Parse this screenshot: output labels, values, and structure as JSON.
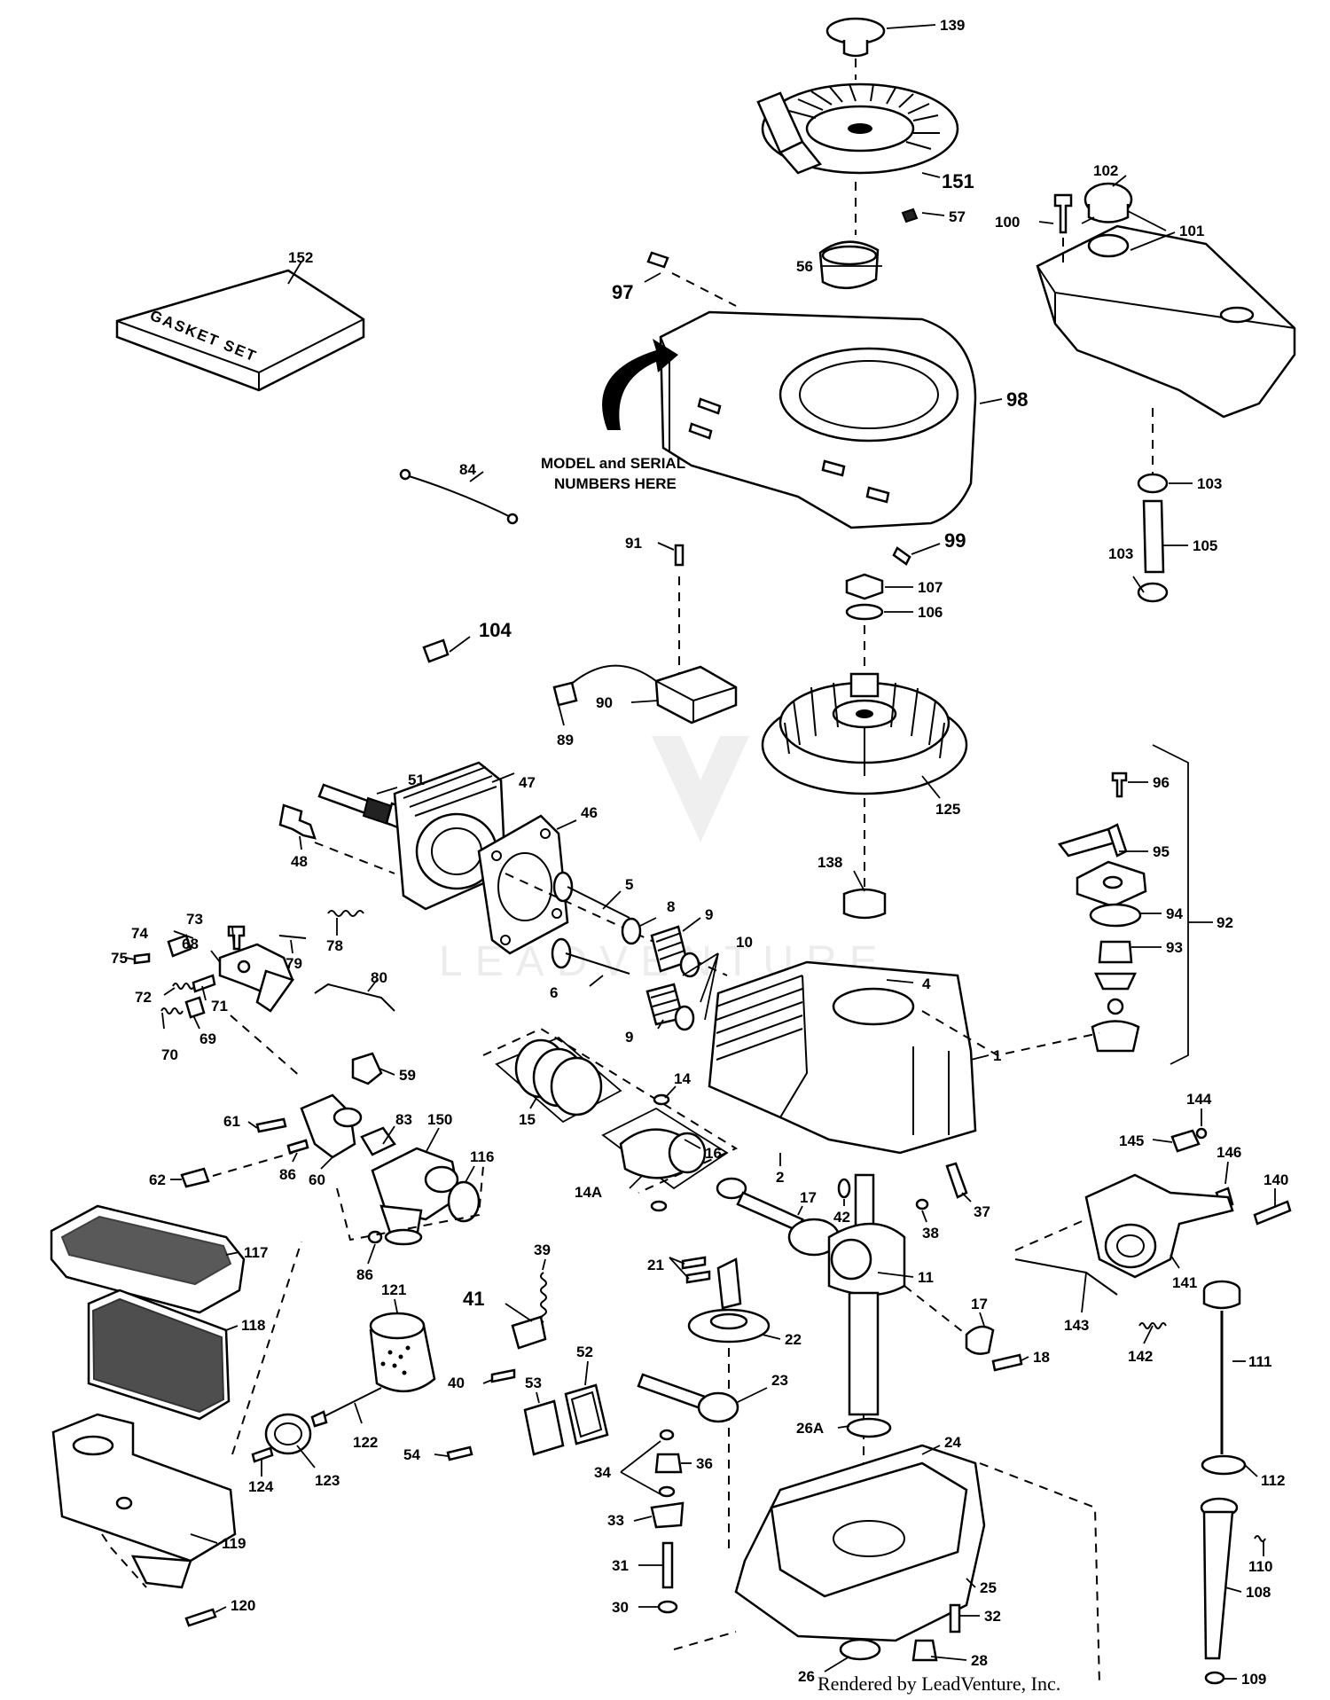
{
  "gasket_set_text": "GASKET SET",
  "model_note": [
    "MODEL and SERIAL",
    "NUMBERS HERE"
  ],
  "credit": "Rendered by LeadVenture, Inc.",
  "watermark": "LEADVENTURE",
  "labels": {
    "l139": "139",
    "l151": "151",
    "l57": "57",
    "l56": "56",
    "l97": "97",
    "l98": "98",
    "l100": "100",
    "l102": "102",
    "l101": "101",
    "l152": "152",
    "l84": "84",
    "l103a": "103",
    "l105": "105",
    "l103b": "103",
    "l91": "91",
    "l99": "99",
    "l107": "107",
    "l106": "106",
    "l104": "104",
    "l90": "90",
    "l89": "89",
    "l125": "125",
    "l96": "96",
    "l95": "95",
    "l94": "94",
    "l93": "93",
    "l92": "92",
    "l51": "51",
    "l47": "47",
    "l46": "46",
    "l48": "48",
    "l73": "73",
    "l74": "74",
    "l68": "68",
    "l79": "79",
    "l78": "78",
    "l75": "75",
    "l72": "72",
    "l71": "71",
    "l69": "69",
    "l70": "70",
    "l80": "80",
    "l5": "5",
    "l8": "8",
    "l9a": "9",
    "l10": "10",
    "l6": "6",
    "l9b": "9",
    "l138": "138",
    "l4": "4",
    "l1": "1",
    "l59": "59",
    "l61": "61",
    "l83": "83",
    "l150": "150",
    "l86a": "86",
    "l60": "60",
    "l62": "62",
    "l116": "116",
    "l86b": "86",
    "l14": "14",
    "l15": "15",
    "l16": "16",
    "l14A": "14A",
    "l2": "2",
    "l17a": "17",
    "l42": "42",
    "l38": "38",
    "l37": "37",
    "l144": "144",
    "l146": "146",
    "l145": "145",
    "l140": "140",
    "l117": "117",
    "l118": "118",
    "l121": "121",
    "l41": "41",
    "l39": "39",
    "l21": "21",
    "l11": "11",
    "l22": "22",
    "l17b": "17",
    "l18": "18",
    "l141": "141",
    "l143": "143",
    "l142": "142",
    "l111": "111",
    "l40": "40",
    "l53": "53",
    "l52": "52",
    "l23": "23",
    "l122": "122",
    "l54": "54",
    "l34": "34",
    "l36": "36",
    "l26A": "26A",
    "l24": "24",
    "l123": "123",
    "l124": "124",
    "l33": "33",
    "l112": "112",
    "l119": "119",
    "l31": "31",
    "l25": "25",
    "l110": "110",
    "l120": "120",
    "l30": "30",
    "l108": "108",
    "l32": "32",
    "l26": "26",
    "l28": "28",
    "l109": "109"
  }
}
